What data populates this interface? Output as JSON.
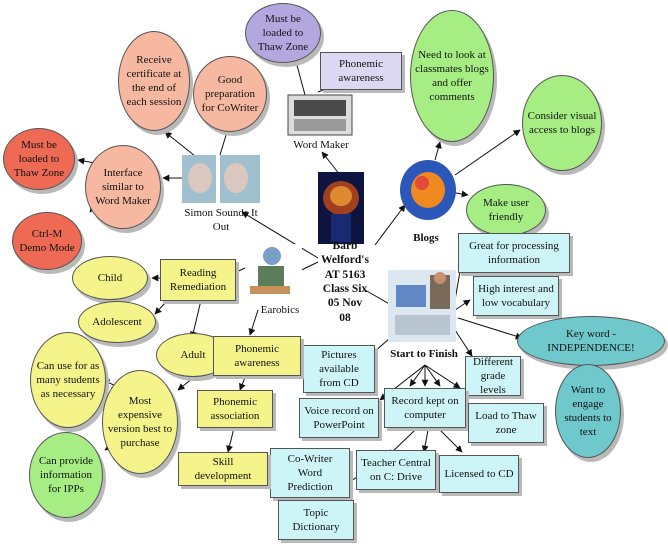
{
  "center": {
    "lines": [
      "Barb",
      "Welford's",
      "AT 5163",
      "Class Six",
      "05 Nov 08"
    ]
  },
  "nodes": {
    "loaded_thaw_top": "Must be loaded to Thaw Zone",
    "phonemic_awareness_top": "Phonemic awareness",
    "word_maker": "Word Maker",
    "classmates_blogs": "Need to look at classmates blogs and offer comments",
    "receive_certificate": "Receive certificate at the end of each session",
    "good_preparation": "Good preparation for CoWriter",
    "consider_visual": "Consider visual access to blogs",
    "loaded_thaw_left": "Must be loaded to Thaw Zone",
    "interface_similar": "Interface similar to Word Maker",
    "make_user_friendly": "Make user friendly",
    "ctrl_m": "Ctrl-M Demo Mode",
    "simon_sounds": "Simon Sounds It Out",
    "blogs": "Blogs",
    "great_processing": "Great for processing information",
    "child": "Child",
    "reading_remediation": "Reading Remediation",
    "high_interest": "High interest and low vocabulary",
    "adolescent": "Adolescent",
    "earobics": "Earobics",
    "key_word": "Key word - INDEPENDENCE!",
    "adult": "Adult",
    "phonemic_awareness_mid": "Phonemic awareness",
    "pictures_cd": "Pictures available from CD",
    "start_to_finish": "Start to Finish",
    "use_many": "Can use for as many students as necessary",
    "different_grade": "Different grade levels",
    "most_expensive": "Most expensive version best to purchase",
    "phonemic_association": "Phonemic association",
    "voice_record": "Voice record on PowerPoint",
    "record_computer": "Record kept on computer",
    "engage_students": "Want to engage students to text",
    "load_thaw_zone": "Load to Thaw zone",
    "skill_development": "Skill development",
    "provide_ipps": "Can provide information for IPPs",
    "cowriter": "Co-Writer Word Prediction",
    "teacher_central": "Teacher Central on C: Drive",
    "licensed_cd": "Licensed to CD",
    "topic_dictionary": "Topic Dictionary"
  },
  "colors": {
    "salmon": "#f6b8a0",
    "red": "#ee6a55",
    "green": "#a6ee84",
    "yellow": "#f4f48a",
    "purple": "#b3a7e0",
    "lavender": "#ddd8f2",
    "cyan": "#cdf4f6",
    "teal": "#6fc8cc"
  }
}
